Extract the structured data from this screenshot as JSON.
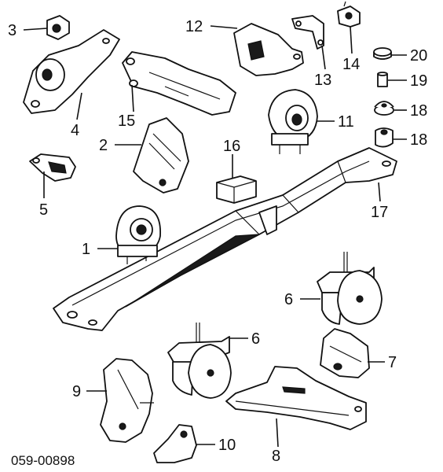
{
  "diagram_code": "059-00898",
  "callouts": {
    "c1": "1",
    "c2": "2",
    "c3": "3",
    "c4": "4",
    "c5": "5",
    "c6a": "6",
    "c6b": "6",
    "c7": "7",
    "c8": "8",
    "c9": "9",
    "c10": "10",
    "c11": "11",
    "c12": "12",
    "c13": "13",
    "c14": "14",
    "c15": "15",
    "c16": "16",
    "c17": "17",
    "c18a": "18",
    "c18b": "18",
    "c19": "19",
    "c20": "20"
  }
}
